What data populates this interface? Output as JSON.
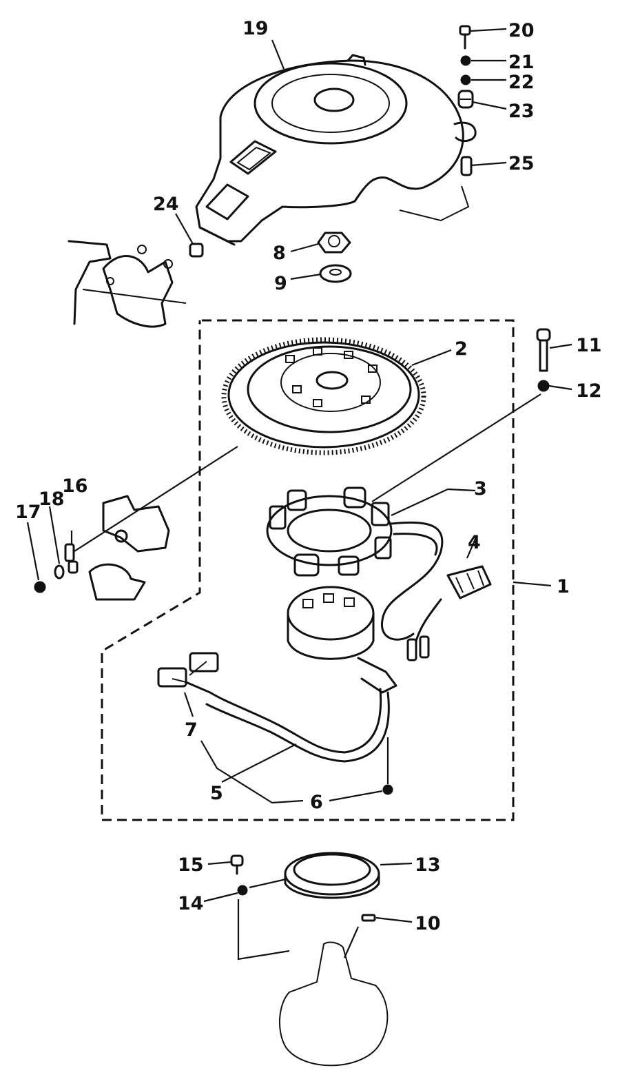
{
  "callouts": [
    {
      "id": "1",
      "label": "1"
    },
    {
      "id": "2",
      "label": "2"
    },
    {
      "id": "3",
      "label": "3"
    },
    {
      "id": "4",
      "label": "4"
    },
    {
      "id": "5",
      "label": "5"
    },
    {
      "id": "6",
      "label": "6"
    },
    {
      "id": "7",
      "label": "7"
    },
    {
      "id": "8",
      "label": "8"
    },
    {
      "id": "9",
      "label": "9"
    },
    {
      "id": "10",
      "label": "10"
    },
    {
      "id": "11",
      "label": "11"
    },
    {
      "id": "12",
      "label": "12"
    },
    {
      "id": "13",
      "label": "13"
    },
    {
      "id": "14",
      "label": "14"
    },
    {
      "id": "15",
      "label": "15"
    },
    {
      "id": "16",
      "label": "16"
    },
    {
      "id": "17",
      "label": "17"
    },
    {
      "id": "18",
      "label": "18"
    },
    {
      "id": "19",
      "label": "19"
    },
    {
      "id": "20",
      "label": "20"
    },
    {
      "id": "21",
      "label": "21"
    },
    {
      "id": "22",
      "label": "22"
    },
    {
      "id": "23",
      "label": "23"
    },
    {
      "id": "24",
      "label": "24"
    },
    {
      "id": "25",
      "label": "25"
    }
  ],
  "colors": {
    "ink": "#111111",
    "paper": "#ffffff"
  }
}
